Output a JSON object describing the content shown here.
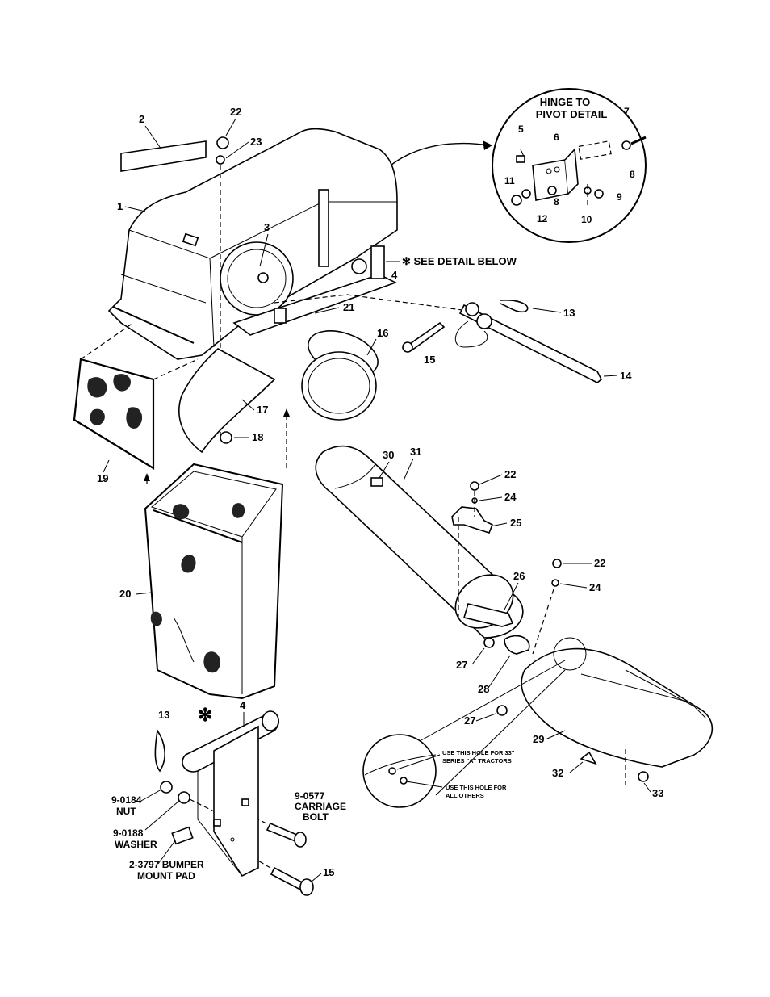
{
  "detail": {
    "title_line1": "HINGE TO",
    "title_line2": "PIVOT DETAIL",
    "see_detail": "✻ SEE DETAIL BELOW",
    "asterisk": "✻"
  },
  "callouts": {
    "c1": "1",
    "c2": "2",
    "c3": "3",
    "c4": "4",
    "c4b": "4",
    "c5": "5",
    "c6": "6",
    "c7": "7",
    "c8a": "8",
    "c8b": "8",
    "c9": "9",
    "c10": "10",
    "c11": "11",
    "c12": "12",
    "c13": "13",
    "c13b": "13",
    "c14": "14",
    "c15": "15",
    "c15b": "15",
    "c16": "16",
    "c17": "17",
    "c18": "18",
    "c19": "19",
    "c20": "20",
    "c21": "21",
    "c22": "22",
    "c22b": "22",
    "c22c": "22",
    "c23": "23",
    "c24": "24",
    "c24b": "24",
    "c25": "25",
    "c26": "26",
    "c27": "27",
    "c27b": "27",
    "c28": "28",
    "c29": "29",
    "c30": "30",
    "c31": "31",
    "c32": "32",
    "c33": "33"
  },
  "labels": {
    "nut_part": "9-0184",
    "nut_name": "NUT",
    "washer_part": "9-0188",
    "washer_name": "WASHER",
    "pad_line1": "2-3797 BUMPER",
    "pad_line2": "MOUNT PAD",
    "bolt_part": "9-0577",
    "bolt_line1": "CARRIAGE",
    "bolt_line2": "BOLT",
    "hole33_line1": "USE THIS HOLE FOR 33\"",
    "hole33_line2": "SERIES \"A\" TRACTORS",
    "hole_all_line1": "USE THIS HOLE FOR",
    "hole_all_line2": "ALL OTHERS"
  }
}
